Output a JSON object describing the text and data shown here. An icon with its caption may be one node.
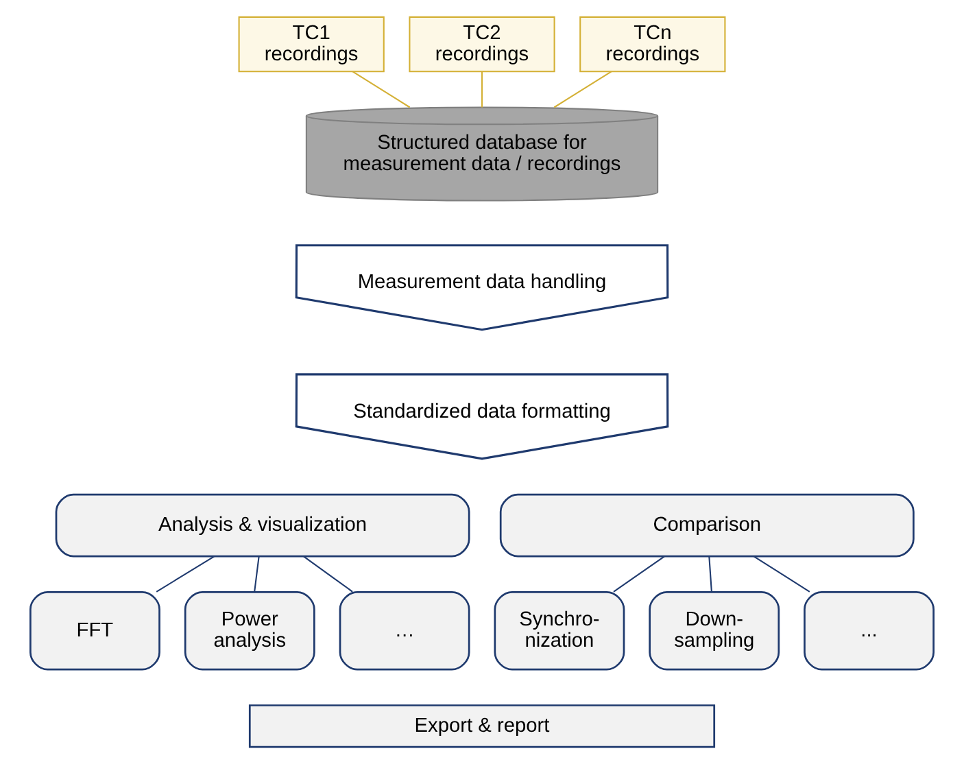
{
  "diagram": {
    "nodes": [
      {
        "text": [
          "TC1 recordings"
        ]
      },
      {
        "text": [
          "TC2 recordings"
        ]
      },
      {
        "text": [
          "TCn recordings"
        ]
      },
      {
        "text": [
          "Structured database for measurement data / recordings"
        ]
      },
      {
        "text": [
          "Measurement data handling"
        ]
      },
      {
        "text": [
          "Standardized data formatting"
        ]
      },
      {
        "text": [
          "Analysis & visualization"
        ]
      },
      {
        "text": [
          "Comparison"
        ]
      },
      {
        "text": [
          "FFT"
        ]
      },
      {
        "text": [
          "Power analysis"
        ]
      },
      {
        "text": [
          "…"
        ]
      },
      {
        "text": [
          "Synchro- nization"
        ]
      },
      {
        "text": [
          "Down- sampling"
        ]
      },
      {
        "text": [
          "..."
        ]
      },
      {
        "text": [
          "Export & report"
        ]
      }
    ],
    "edges": [
      {
        "from": 0,
        "to": 3,
        "arrow": "none",
        "color": "#d4b035"
      },
      {
        "from": 1,
        "to": 3,
        "arrow": "none",
        "color": "#d4b035"
      },
      {
        "from": 2,
        "to": 3,
        "arrow": "none",
        "color": "#d4b035"
      },
      {
        "from": 6,
        "to": 8,
        "arrow": "none"
      },
      {
        "from": 6,
        "to": 9,
        "arrow": "none"
      },
      {
        "from": 6,
        "to": 10,
        "arrow": "none"
      },
      {
        "from": 7,
        "to": 11,
        "arrow": "none"
      },
      {
        "from": 7,
        "to": 12,
        "arrow": "none"
      },
      {
        "from": 7,
        "to": 13,
        "arrow": "none"
      }
    ]
  }
}
